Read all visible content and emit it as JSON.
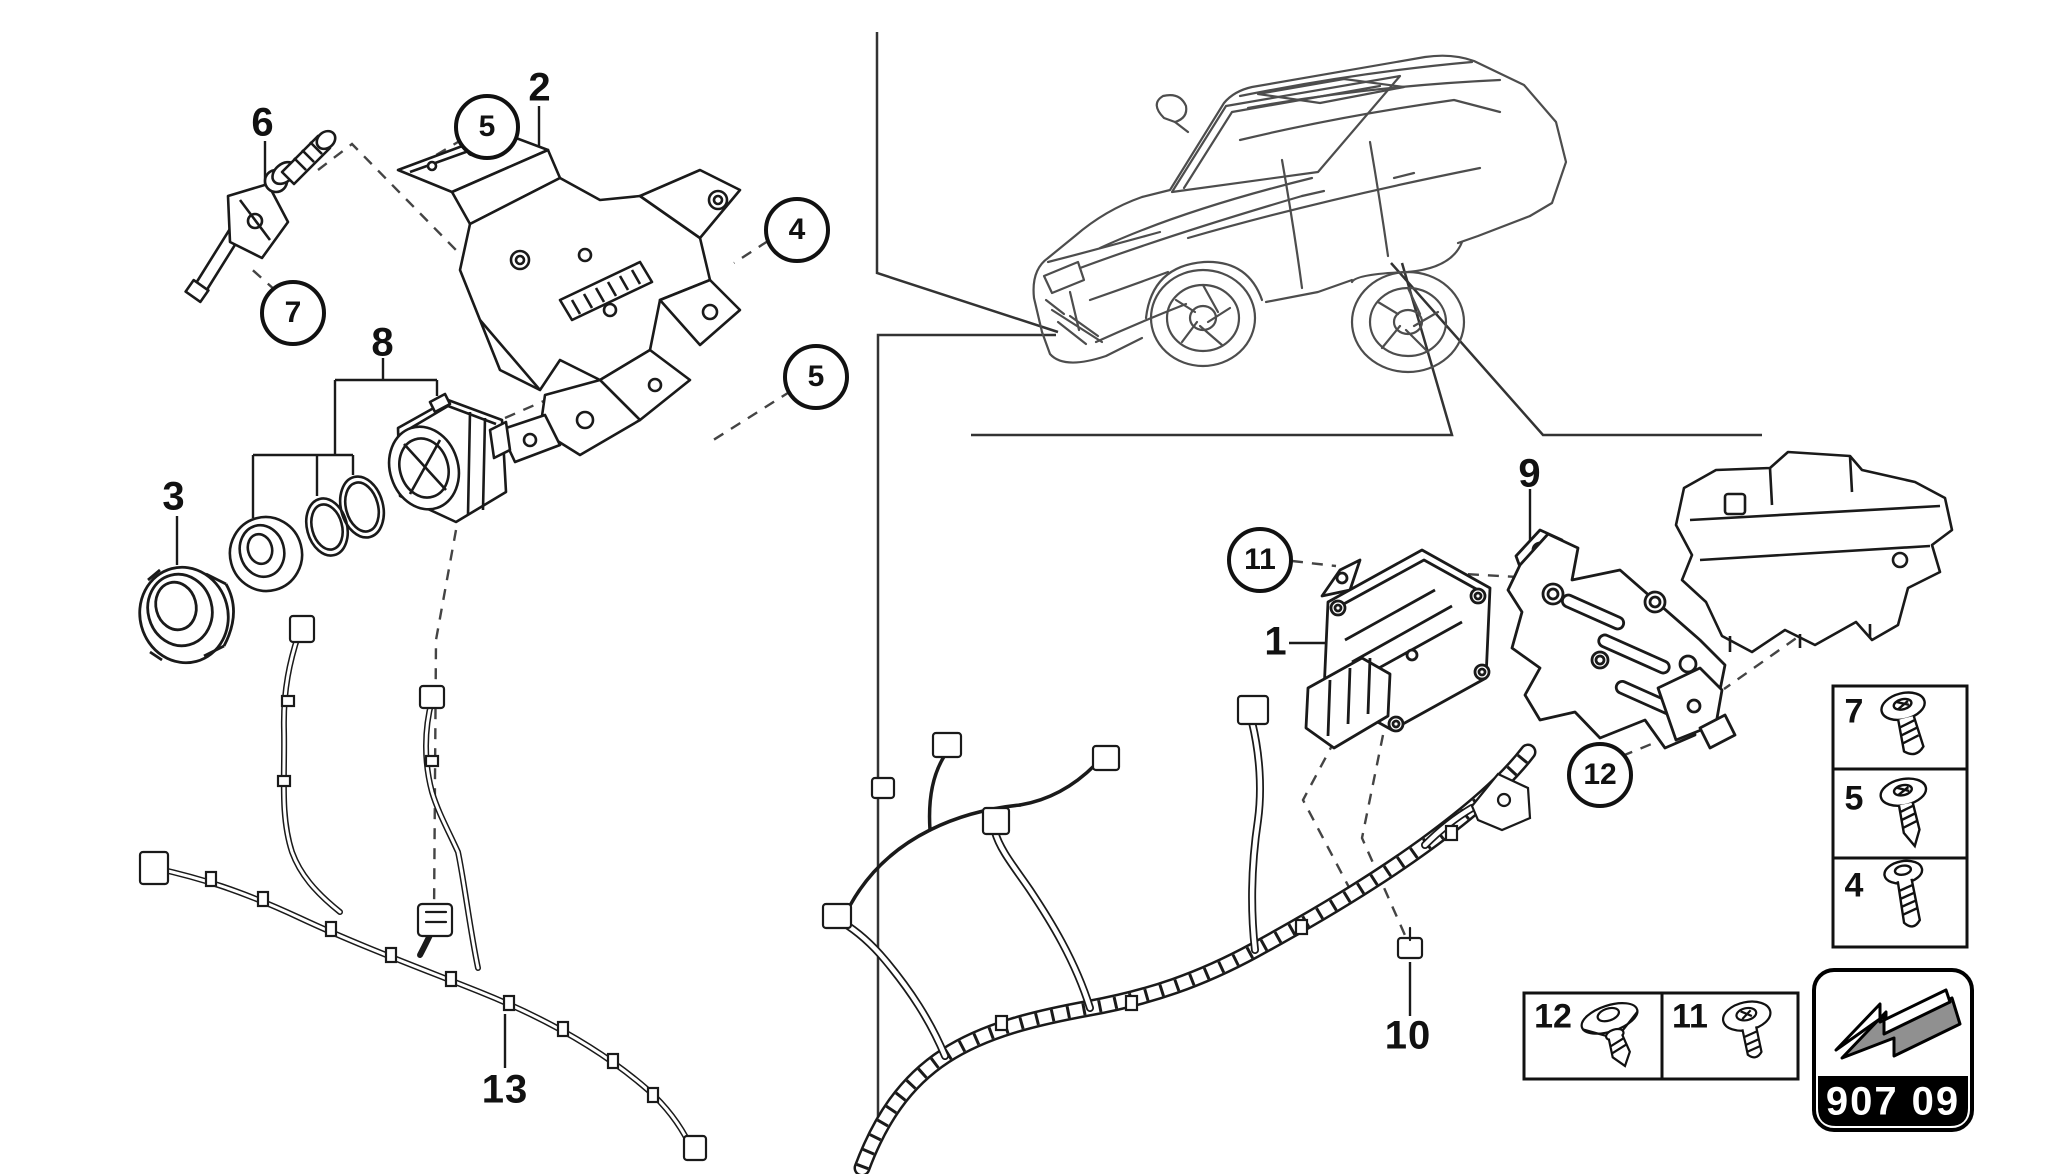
{
  "page_code": "907 09",
  "part_labels": [
    {
      "text": "6"
    },
    {
      "text": "2"
    },
    {
      "text": "8"
    },
    {
      "text": "3"
    },
    {
      "text": "13"
    },
    {
      "text": "9"
    },
    {
      "text": "1"
    },
    {
      "text": "10"
    }
  ],
  "circled_callouts": [
    {
      "text": "5"
    },
    {
      "text": "4"
    },
    {
      "text": "5"
    },
    {
      "text": "7"
    },
    {
      "text": "11"
    },
    {
      "text": "12"
    }
  ],
  "hardware_legend": {
    "screws": [
      {
        "label": "7"
      },
      {
        "label": "5"
      },
      {
        "label": "4"
      }
    ],
    "fasteners": [
      {
        "label": "12"
      },
      {
        "label": "11"
      }
    ]
  }
}
